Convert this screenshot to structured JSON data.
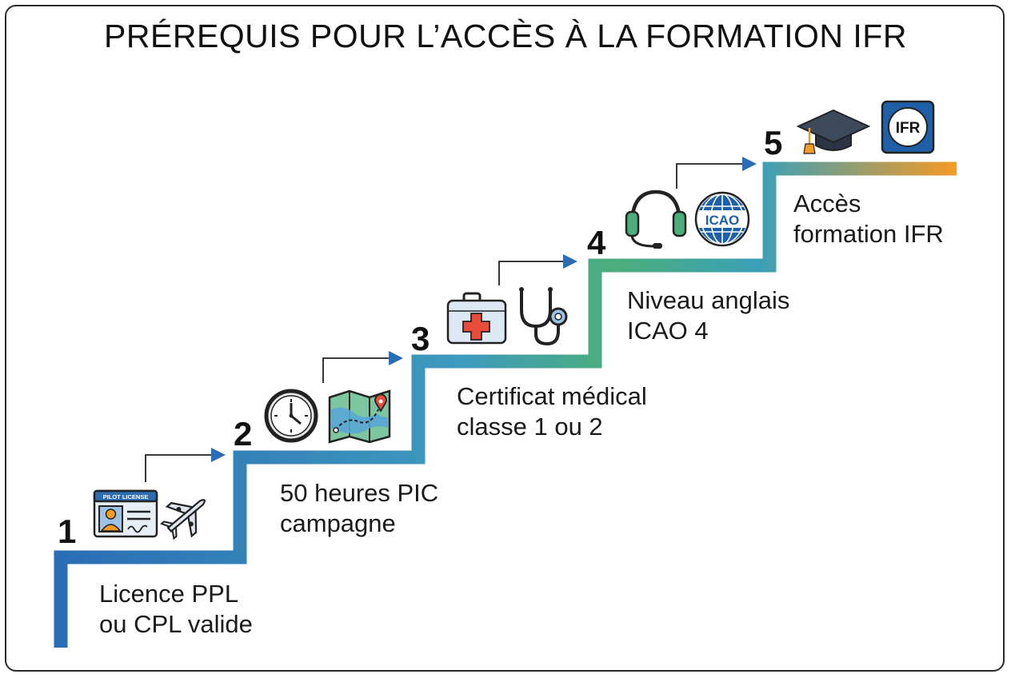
{
  "title": "PRÉREQUIS POUR L’ACCÈS À LA FORMATION IFR",
  "colors": {
    "staircase_start": "#2a6db5",
    "staircase_mid": "#4cae7a",
    "staircase_end": "#f59a23",
    "arrow": "#2a6db5"
  },
  "steps": [
    {
      "number": "1",
      "label_lines": [
        "Licence PPL",
        "ou CPL valide"
      ],
      "icons": [
        "pilot-license-icon",
        "airplane-icon"
      ],
      "icon_text": "PILOT LICENSE"
    },
    {
      "number": "2",
      "label_lines": [
        "50 heures PIC",
        "campagne"
      ],
      "icons": [
        "clock-icon",
        "map-icon"
      ]
    },
    {
      "number": "3",
      "label_lines": [
        "Certificat médical",
        "classe 1 ou 2"
      ],
      "icons": [
        "first-aid-kit-icon",
        "stethoscope-icon"
      ]
    },
    {
      "number": "4",
      "label_lines": [
        "Niveau anglais",
        "ICAO 4"
      ],
      "icons": [
        "headset-icon",
        "icao-globe-icon"
      ],
      "icon_text": "ICAO"
    },
    {
      "number": "5",
      "label_lines": [
        "Accès",
        "formation IFR"
      ],
      "icons": [
        "graduation-cap-icon",
        "ifr-badge-icon"
      ],
      "icon_text": "IFR"
    }
  ]
}
